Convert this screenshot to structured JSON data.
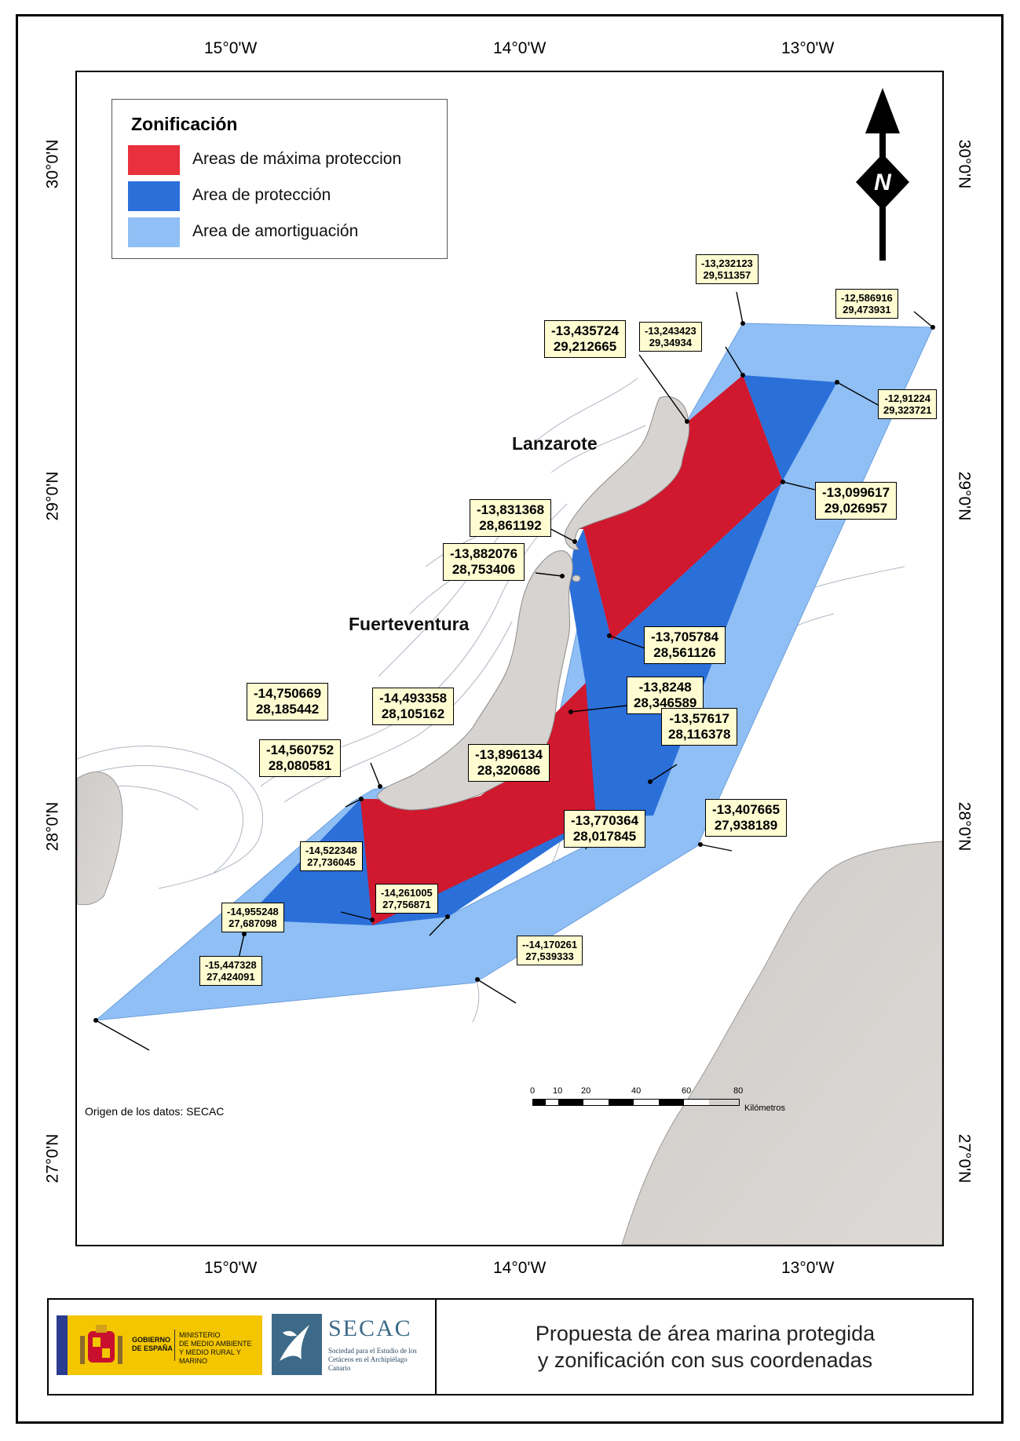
{
  "legend": {
    "title": "Zonificación",
    "items": [
      {
        "label": "Areas de máxima proteccion",
        "color": "#e8313c"
      },
      {
        "label": "Area de protección",
        "color": "#2b6fd9"
      },
      {
        "label": "Area de amortiguación",
        "color": "#8fbff5"
      }
    ]
  },
  "graticule": {
    "top": [
      "15°0'W",
      "14°0'W",
      "13°0'W"
    ],
    "bottom": [
      "15°0'W",
      "14°0'W",
      "13°0'W"
    ],
    "left": [
      "30°0'N",
      "29°0'N",
      "28°0'N",
      "27°0'N"
    ],
    "right": [
      "30°0'N",
      "29°0'N",
      "28°0'N",
      "27°0'N"
    ]
  },
  "islands": {
    "lanzarote": "Lanzarote",
    "fuerteventura": "Fuerteventura"
  },
  "north_arrow": "N",
  "points": [
    {
      "id": "p01",
      "lon": "-13,232123",
      "lat": "29,511357"
    },
    {
      "id": "p02",
      "lon": "-12,586916",
      "lat": "29,473931"
    },
    {
      "id": "p03",
      "lon": "-13,243423",
      "lat": "29,34934"
    },
    {
      "id": "p04",
      "lon": "-13,435724",
      "lat": "29,212665"
    },
    {
      "id": "p05",
      "lon": "-12,91224",
      "lat": "29,323721"
    },
    {
      "id": "p06",
      "lon": "-13,099617",
      "lat": "29,026957"
    },
    {
      "id": "p07",
      "lon": "-13,831368",
      "lat": "28,861192"
    },
    {
      "id": "p08",
      "lon": "-13,882076",
      "lat": "28,753406"
    },
    {
      "id": "p09",
      "lon": "-13,705784",
      "lat": "28,561126"
    },
    {
      "id": "p10",
      "lon": "-14,750669",
      "lat": "28,185442"
    },
    {
      "id": "p11",
      "lon": "-14,493358",
      "lat": "28,105162"
    },
    {
      "id": "p12",
      "lon": "-13,8248",
      "lat": "28,346589"
    },
    {
      "id": "p13",
      "lon": "-13,57617",
      "lat": "28,116378"
    },
    {
      "id": "p14",
      "lon": "-14,560752",
      "lat": "28,080581"
    },
    {
      "id": "p15",
      "lon": "-13,896134",
      "lat": "28,320686"
    },
    {
      "id": "p16",
      "lon": "-13,770364",
      "lat": "28,017845"
    },
    {
      "id": "p17",
      "lon": "-13,407665",
      "lat": "27,938189"
    },
    {
      "id": "p18",
      "lon": "-14,522348",
      "lat": "27,736045"
    },
    {
      "id": "p19",
      "lon": "-14,261005",
      "lat": "27,756871"
    },
    {
      "id": "p20",
      "lon": "-14,955248",
      "lat": "27,687098"
    },
    {
      "id": "p21",
      "lon": "--14,170261",
      "lat": "27,539333"
    },
    {
      "id": "p22",
      "lon": "-15,447328",
      "lat": "27,424091"
    }
  ],
  "data_source": "Origen de los datos: SECAC",
  "scale": {
    "ticks": [
      "0",
      "10",
      "20",
      "40",
      "60",
      "80"
    ],
    "unit": "Kilómetros"
  },
  "footer": {
    "title_line1": "Propuesta de área marina protegida",
    "title_line2": "y zonificación con sus coordenadas",
    "gov_text": "GOBIERNO\nDE ESPAÑA",
    "ministry_text": "MINISTERIO\nDE MEDIO AMBIENTE\nY MEDIO RURAL Y MARINO",
    "secac_name": "SECAC",
    "secac_desc": "Sociedad para el Estudio de los Cetáceos en el Archipiélago Canario"
  },
  "colors": {
    "max": "#d0182e",
    "prot": "#2b6fd9",
    "amort": "#8fbff5",
    "land": "#d6d3d0",
    "label_bg": "#fffcd2"
  }
}
